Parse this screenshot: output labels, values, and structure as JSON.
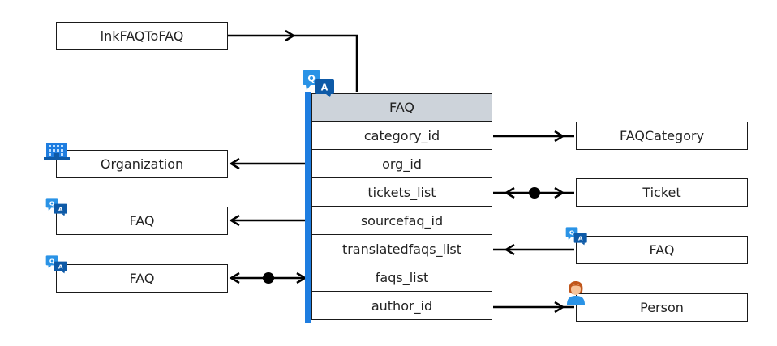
{
  "main_table": {
    "title": "FAQ",
    "fields": [
      "category_id",
      "org_id",
      "tickets_list",
      "sourcefaq_id",
      "translatedfaqs_list",
      "faqs_list",
      "author_id"
    ]
  },
  "related": {
    "top_link": "lnkFAQToFAQ",
    "organization": "Organization",
    "faq_source": "FAQ",
    "faq_faqs": "FAQ",
    "category": "FAQCategory",
    "ticket": "Ticket",
    "faq_translated": "FAQ",
    "person": "Person"
  },
  "icons": {
    "main": "faq-qa-icon",
    "organization": "building-icon",
    "faq": "faq-qa-icon",
    "person": "person-icon"
  },
  "colors": {
    "accent": "#1e7de0",
    "header_fill": "#cdd3da",
    "line": "#000000"
  }
}
